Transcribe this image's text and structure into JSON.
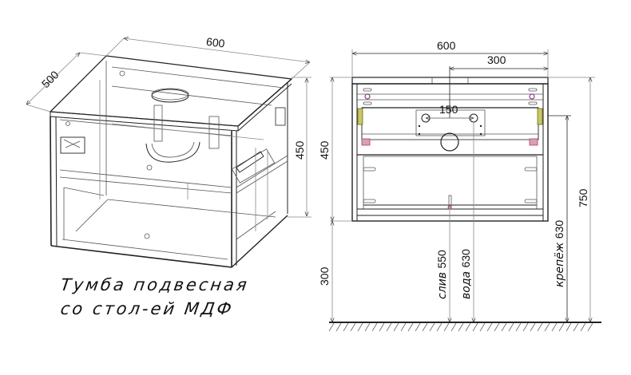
{
  "title": {
    "line1": "Тумба подвесная",
    "line2": "со стол-ей МДФ"
  },
  "isometric_view": {
    "dimensions": {
      "width": "600",
      "depth": "500",
      "height": "450"
    }
  },
  "front_view": {
    "dimensions": {
      "overall_width": "600",
      "half_width": "300",
      "pipe_spacing": "150",
      "cabinet_height": "450",
      "mount_height_from_floor": "300",
      "total_height": "750"
    },
    "callouts": [
      {
        "label": "слив",
        "value": "550"
      },
      {
        "label": "вода",
        "value": "630"
      },
      {
        "label": "крепёж",
        "value": "630"
      }
    ]
  },
  "colors": {
    "line": "#222222",
    "hinge_yellow": "#9a9a2a",
    "fitting_purple": "#8a3a8a",
    "bracket_red": "#b04060"
  }
}
